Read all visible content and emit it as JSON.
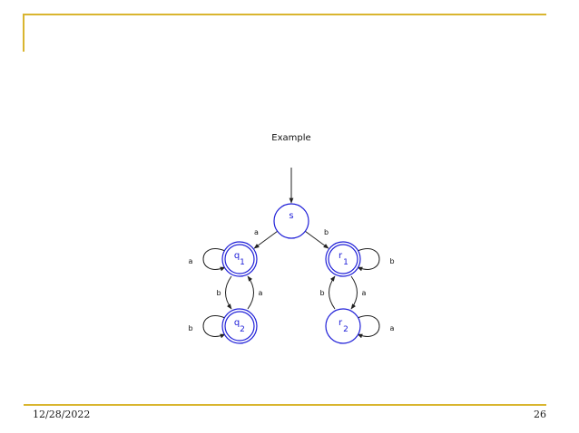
{
  "slide": {
    "title": "Example",
    "date": "12/28/2022",
    "page_number": "26",
    "accent_color": "#d9b52f"
  },
  "automaton": {
    "state_color": "#2020d8",
    "states": [
      {
        "id": "s",
        "base": "s",
        "sub": "",
        "accepting": false,
        "initial": true
      },
      {
        "id": "q1",
        "base": "q",
        "sub": "1",
        "accepting": true,
        "initial": false
      },
      {
        "id": "q2",
        "base": "q",
        "sub": "2",
        "accepting": true,
        "initial": false
      },
      {
        "id": "r1",
        "base": "r",
        "sub": "1",
        "accepting": true,
        "initial": false
      },
      {
        "id": "r2",
        "base": "r",
        "sub": "2",
        "accepting": false,
        "initial": false
      }
    ],
    "transitions": [
      {
        "from": "s",
        "to": "q1",
        "label": "a"
      },
      {
        "from": "s",
        "to": "r1",
        "label": "b"
      },
      {
        "from": "q1",
        "to": "q1",
        "label": "a"
      },
      {
        "from": "q1",
        "to": "q2",
        "label": "b"
      },
      {
        "from": "q2",
        "to": "q1",
        "label": "a"
      },
      {
        "from": "q2",
        "to": "q2",
        "label": "b"
      },
      {
        "from": "r1",
        "to": "r1",
        "label": "b"
      },
      {
        "from": "r1",
        "to": "r2",
        "label": "a"
      },
      {
        "from": "r2",
        "to": "r1",
        "label": "b"
      },
      {
        "from": "r2",
        "to": "r2",
        "label": "a"
      }
    ]
  }
}
